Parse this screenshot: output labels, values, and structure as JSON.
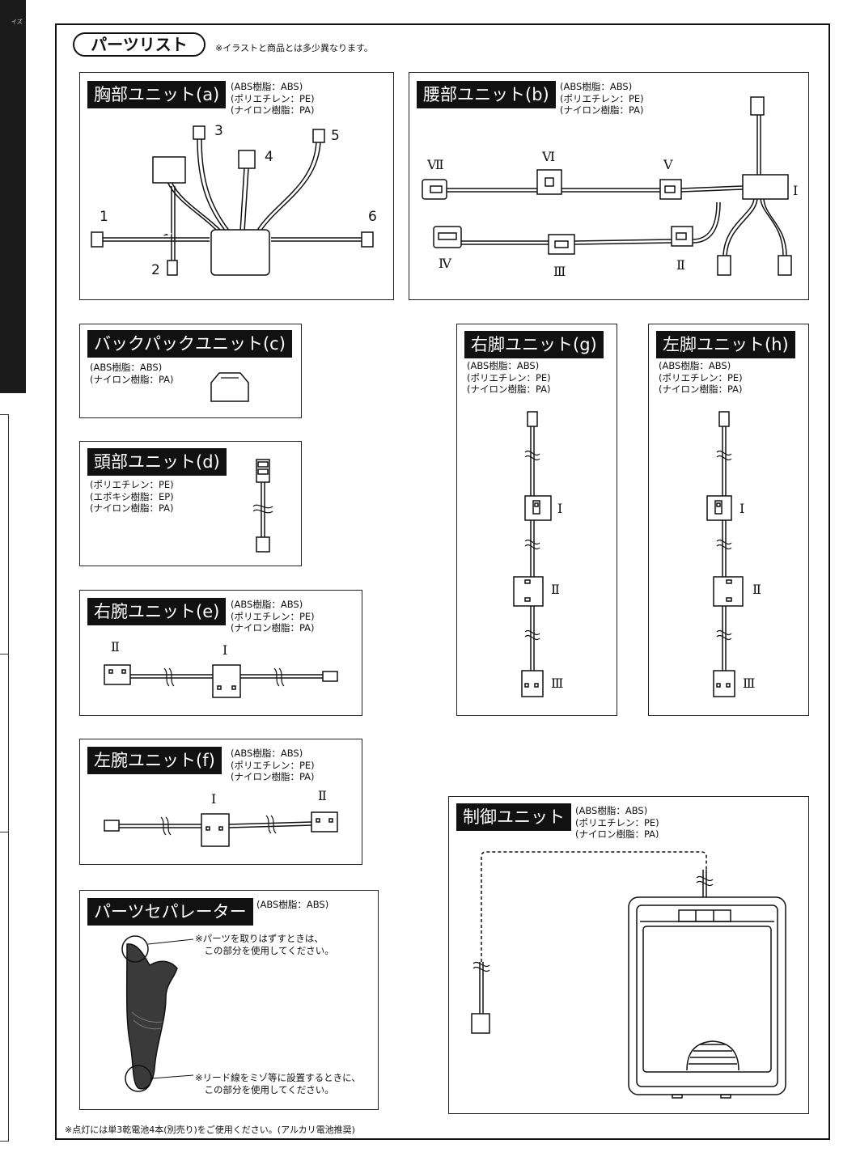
{
  "header": {
    "title": "パーツリスト",
    "note": "※イラストと商品とは多少異なります。"
  },
  "units": {
    "a": {
      "title": "胸部ユニット(a)",
      "materials": "(ABS樹脂：ABS)\n(ポリエチレン：PE)\n(ナイロン樹脂：PA)",
      "labels": [
        "1",
        "2",
        "3",
        "4",
        "5",
        "6"
      ]
    },
    "b": {
      "title": "腰部ユニット(b)",
      "materials": "(ABS樹脂：ABS)\n(ポリエチレン：PE)\n(ナイロン樹脂：PA)",
      "labels": [
        "Ⅶ",
        "Ⅵ",
        "Ⅴ",
        "Ⅰ",
        "Ⅳ",
        "Ⅲ",
        "Ⅱ"
      ]
    },
    "c": {
      "title": "バックパックユニット(c)",
      "materials": "(ABS樹脂：ABS)\n(ナイロン樹脂：PA)"
    },
    "d": {
      "title": "頭部ユニット(d)",
      "materials": "(ポリエチレン：PE)\n(エポキシ樹脂：EP)\n(ナイロン樹脂：PA)"
    },
    "e": {
      "title": "右腕ユニット(e)",
      "materials": "(ABS樹脂：ABS)\n(ポリエチレン：PE)\n(ナイロン樹脂：PA)",
      "labels": [
        "Ⅱ",
        "Ⅰ"
      ]
    },
    "f": {
      "title": "左腕ユニット(f)",
      "materials": "(ABS樹脂：ABS)\n(ポリエチレン：PE)\n(ナイロン樹脂：PA)",
      "labels": [
        "Ⅰ",
        "Ⅱ"
      ]
    },
    "g": {
      "title": "右脚ユニット(g)",
      "materials": "(ABS樹脂：ABS)\n(ポリエチレン：PE)\n(ナイロン樹脂：PA)",
      "labels": [
        "Ⅰ",
        "Ⅱ",
        "Ⅲ"
      ]
    },
    "h": {
      "title": "左脚ユニット(h)",
      "materials": "(ABS樹脂：ABS)\n(ポリエチレン：PE)\n(ナイロン樹脂：PA)",
      "labels": [
        "Ⅰ",
        "Ⅱ",
        "Ⅲ"
      ]
    },
    "ctrl": {
      "title": "制御ユニット",
      "materials": "(ABS樹脂：ABS)\n(ポリエチレン：PE)\n(ナイロン樹脂：PA)"
    },
    "sep": {
      "title": "パーツセパレーター",
      "materials": "(ABS樹脂：ABS)",
      "note1": "※パーツを取りはずすときは、\n　この部分を使用してください。",
      "note2": "※リード線をミゾ等に設置するときに、\n　この部分を使用してください。"
    }
  },
  "footer": {
    "note": "※点灯には単3乾電池4本(別売り)をご使用ください。(アルカリ電池推奨)"
  },
  "edge": {
    "text": "イズ"
  }
}
